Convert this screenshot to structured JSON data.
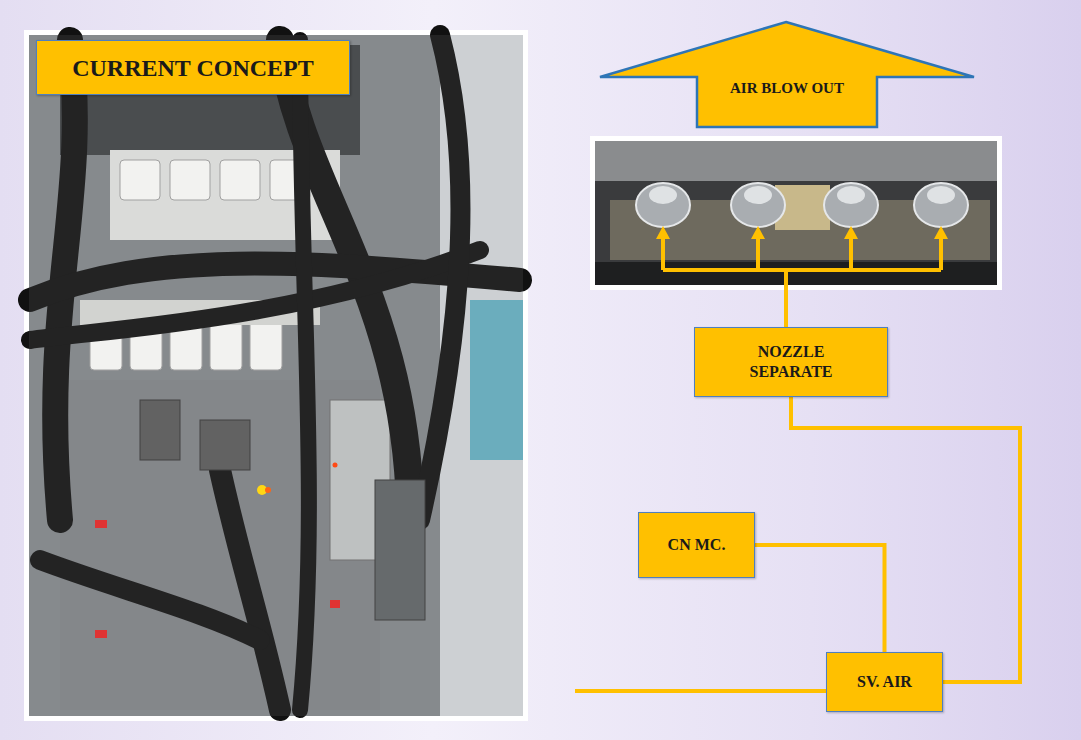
{
  "diagram": {
    "nodes": [
      {
        "text": [
          "CURRENT CONCEPT"
        ]
      },
      {
        "text": [
          "AIR BLOW OUT"
        ]
      },
      {
        "text": [
          "NOZZLE SEPARATE"
        ]
      },
      {
        "text": [
          "CN MC."
        ]
      },
      {
        "text": [
          "SV. AIR"
        ]
      }
    ],
    "edges": [
      {
        "from": 3,
        "to": 4,
        "arrow": "none"
      },
      {
        "from": 4,
        "to": 2,
        "arrow": "none"
      }
    ]
  }
}
